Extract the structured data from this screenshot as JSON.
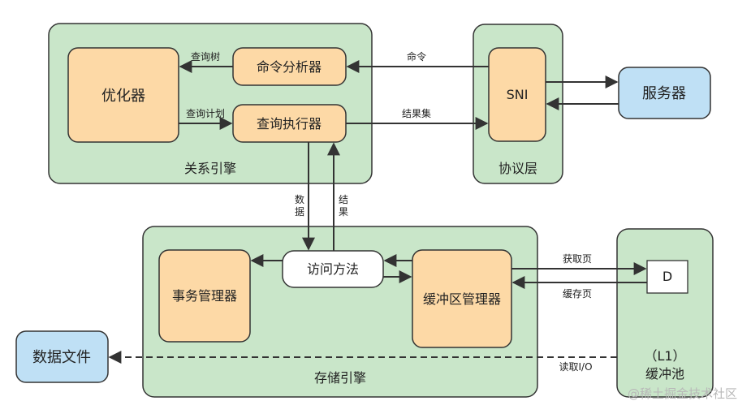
{
  "containers": {
    "relational_engine": "关系引擎",
    "protocol_layer": "协议层",
    "storage_engine": "存储引擎",
    "buffer_pool_line1": "（L1）",
    "buffer_pool_line2": "缓冲池"
  },
  "boxes": {
    "optimizer": "优化器",
    "command_parser": "命令分析器",
    "query_executor": "查询执行器",
    "sni": "SNI",
    "server": "服务器",
    "transaction_manager": "事务管理器",
    "access_methods": "访问方法",
    "buffer_manager": "缓冲区管理器",
    "data_file": "数据文件",
    "page_d": "D"
  },
  "edge_labels": {
    "query_tree": "查询树",
    "query_plan": "查询计划",
    "command": "命令",
    "result_set": "结果集",
    "data_v1": "数",
    "data_v2": "据",
    "result_v1": "结",
    "result_v2": "果",
    "get_page": "获取页",
    "cache_page": "缓存页",
    "read_io": "读取I/O"
  },
  "watermark": "@稀土掘金技术社区",
  "colors": {
    "container_fill": "#c9e6c9",
    "container_stroke": "#333333",
    "box_fill": "#fdd9a6",
    "blue_fill": "#bfe0f5",
    "white_fill": "#ffffff",
    "arrow": "#333333"
  }
}
